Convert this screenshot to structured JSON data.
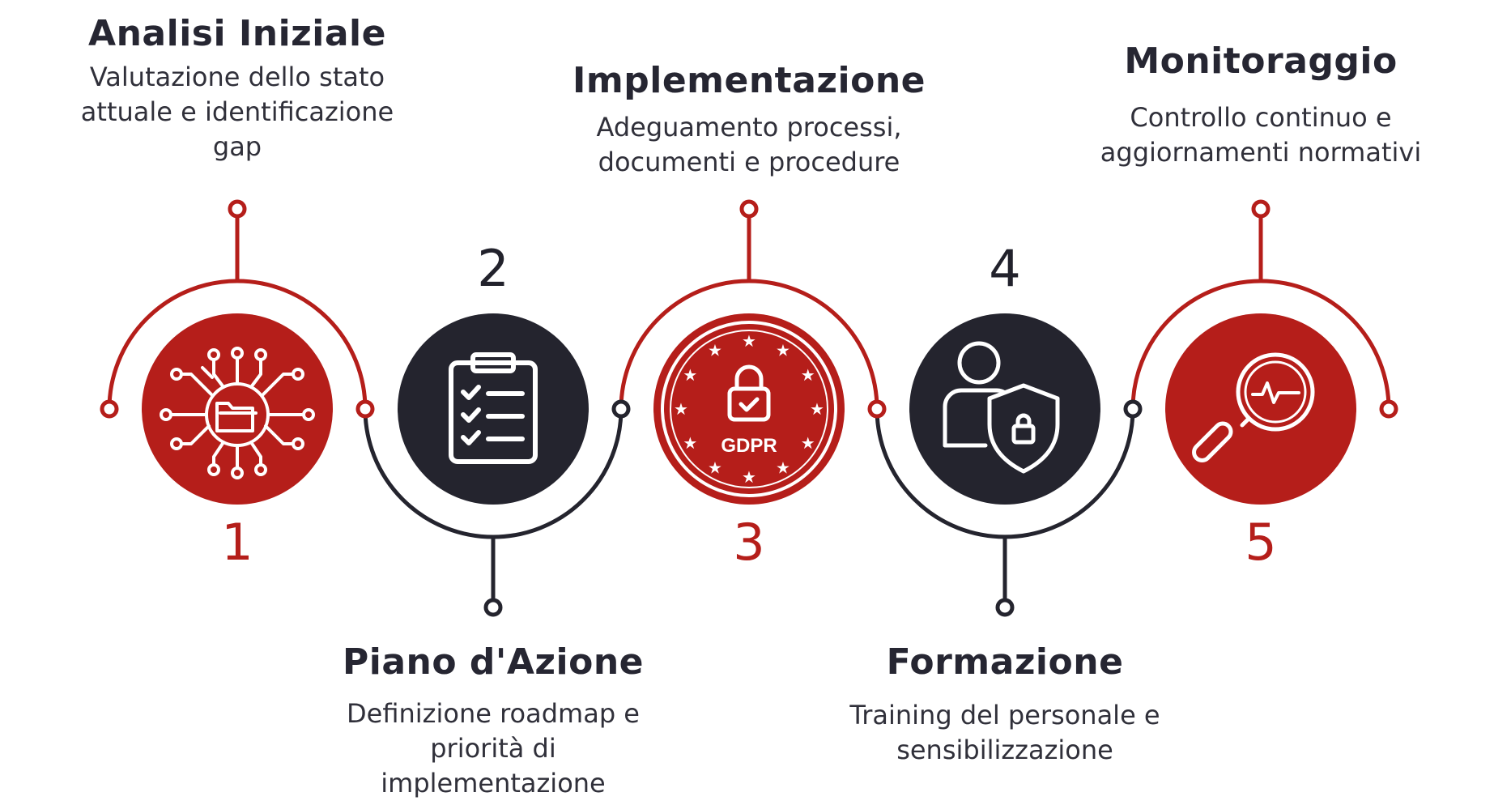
{
  "colors": {
    "red": "#b51e1a",
    "dark": "#24242e",
    "white": "#ffffff"
  },
  "steps": [
    {
      "number": "1",
      "title": "Analisi Iniziale",
      "desc": [
        "Valutazione dello stato",
        "attuale e identificazione",
        "gap"
      ],
      "icon": "network-folder-icon",
      "color": "red"
    },
    {
      "number": "2",
      "title": "Piano d'Azione",
      "desc": [
        "Definizione roadmap e",
        "priorità di",
        "implementazione"
      ],
      "icon": "clipboard-checklist-icon",
      "color": "dark"
    },
    {
      "number": "3",
      "title": "Implementazione",
      "desc": [
        "Adeguamento processi,",
        "documenti e procedure"
      ],
      "icon": "gdpr-lock-icon",
      "color": "red",
      "badge": "GDPR"
    },
    {
      "number": "4",
      "title": "Formazione",
      "desc": [
        "Training del personale e",
        "sensibilizzazione"
      ],
      "icon": "user-shield-icon",
      "color": "dark"
    },
    {
      "number": "5",
      "title": "Monitoraggio",
      "desc": [
        "Controllo continuo e",
        "aggiornamenti normativi"
      ],
      "icon": "magnifier-pulse-icon",
      "color": "red"
    }
  ]
}
